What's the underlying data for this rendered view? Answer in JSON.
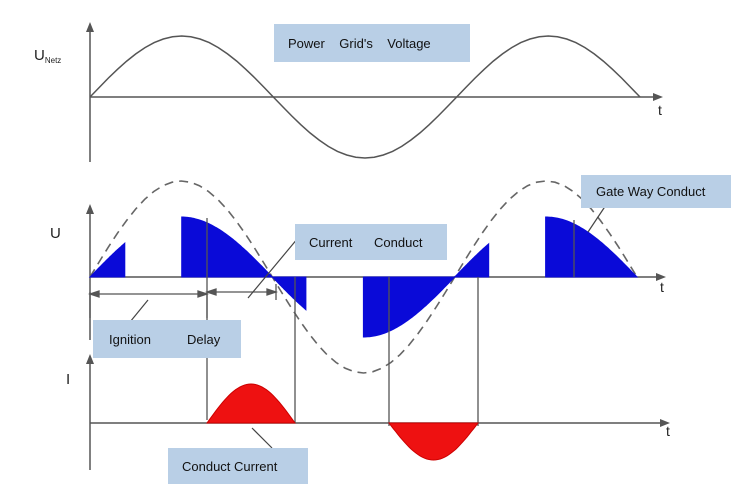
{
  "axes": {
    "top_y_label_main": "U",
    "top_y_label_sub": "Netz",
    "mid_y_label": "U",
    "bottom_y_label": "I",
    "time_label": "t"
  },
  "callouts": {
    "power_grid_voltage": "Power    Grid's    Voltage",
    "gate_way_conduct": "Gate Way Conduct",
    "current_conduct": "Current      Conduct",
    "ignition_delay": "Ignition          Delay",
    "conduct_current": "Conduct Current"
  },
  "colors": {
    "line": "#555555",
    "voltage_fill": "#0a0ad8",
    "current_fill": "#ee1111",
    "callout_bg": "#b9cfe6"
  }
}
